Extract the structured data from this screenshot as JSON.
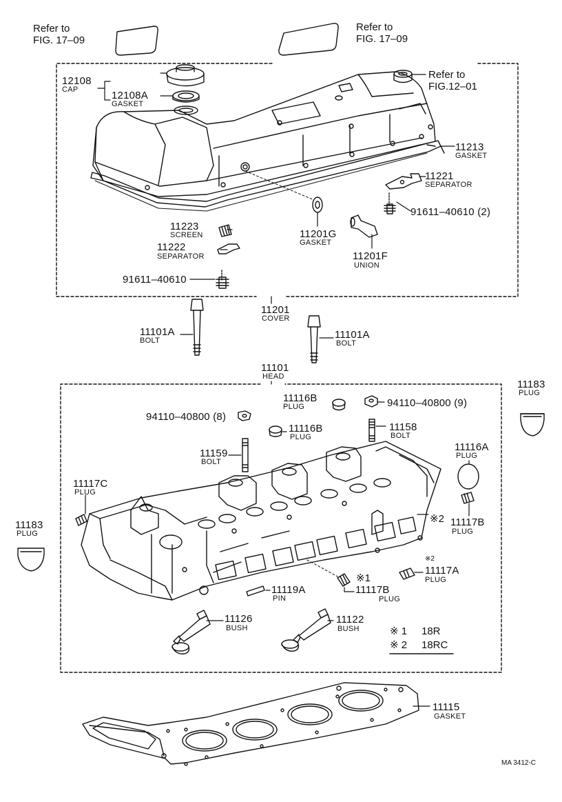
{
  "refs": {
    "fig17_left": [
      "Refer to",
      "FIG. 17–09"
    ],
    "fig17_right": [
      "Refer to",
      "FIG. 17–09"
    ],
    "fig12": [
      "Refer to",
      "FIG.12–01"
    ]
  },
  "cover_group": {
    "p12108": {
      "number": "12108",
      "name": "CAP"
    },
    "p12108A": {
      "number": "12108A",
      "name": "GASKET"
    },
    "p11213": {
      "number": "11213",
      "name": "GASKET"
    },
    "p11221": {
      "number": "11221",
      "name": "SEPARATOR"
    },
    "p91611_2": {
      "number": "91611–40610 (2)"
    },
    "p11223": {
      "number": "11223",
      "name": "SCREEN"
    },
    "p11222": {
      "number": "11222",
      "name": "SEPARATOR"
    },
    "p11201G": {
      "number": "11201G",
      "name": "GASKET"
    },
    "p11201F": {
      "number": "11201F",
      "name": "UNION"
    },
    "p91611": {
      "number": "91611–40610"
    },
    "p11201": {
      "number": "11201",
      "name": "COVER"
    }
  },
  "bolts": {
    "left": {
      "number": "11101A",
      "name": "BOLT"
    },
    "right": {
      "number": "11101A",
      "name": "BOLT"
    }
  },
  "head_group": {
    "p11101": {
      "number": "11101",
      "name": "HEAD"
    },
    "p11116B_top": {
      "number": "11116B",
      "name": "PLUG"
    },
    "p94110_9": {
      "number": "94110–40800 (9)"
    },
    "p94110_8": {
      "number": "94110–40800 (8)"
    },
    "p11116B": {
      "number": "11116B",
      "name": "PLUG"
    },
    "p11158": {
      "number": "11158",
      "name": "BOLT"
    },
    "p11159": {
      "number": "11159",
      "name": "BOLT"
    },
    "p11116A": {
      "number": "11116A",
      "name": "PLUG"
    },
    "p11117C": {
      "number": "11117C",
      "name": "PLUG"
    },
    "p11117B_right": {
      "number": "11117B",
      "name": "PLUG",
      "mark": "※2"
    },
    "p11117A": {
      "number": "11117A",
      "name": "PLUG",
      "mark": "※2"
    },
    "p11117B_bottom": {
      "number": "11117B",
      "name": "PLUG",
      "mark": "※1"
    },
    "p11119A": {
      "number": "11119A",
      "name": "PIN"
    },
    "p11126": {
      "number": "11126",
      "name": "BUSH"
    },
    "p11122": {
      "number": "11122",
      "name": "BUSH"
    }
  },
  "plugs_outside": {
    "right": {
      "number": "11183",
      "name": "PLUG"
    },
    "left": {
      "number": "11183",
      "name": "PLUG"
    }
  },
  "legend": [
    {
      "mark": "※ 1",
      "model": "18R"
    },
    {
      "mark": "※ 2",
      "model": "18RC"
    }
  ],
  "p11115": {
    "number": "11115",
    "name": "GASKET"
  },
  "diagram_code": "MA 3412-C"
}
